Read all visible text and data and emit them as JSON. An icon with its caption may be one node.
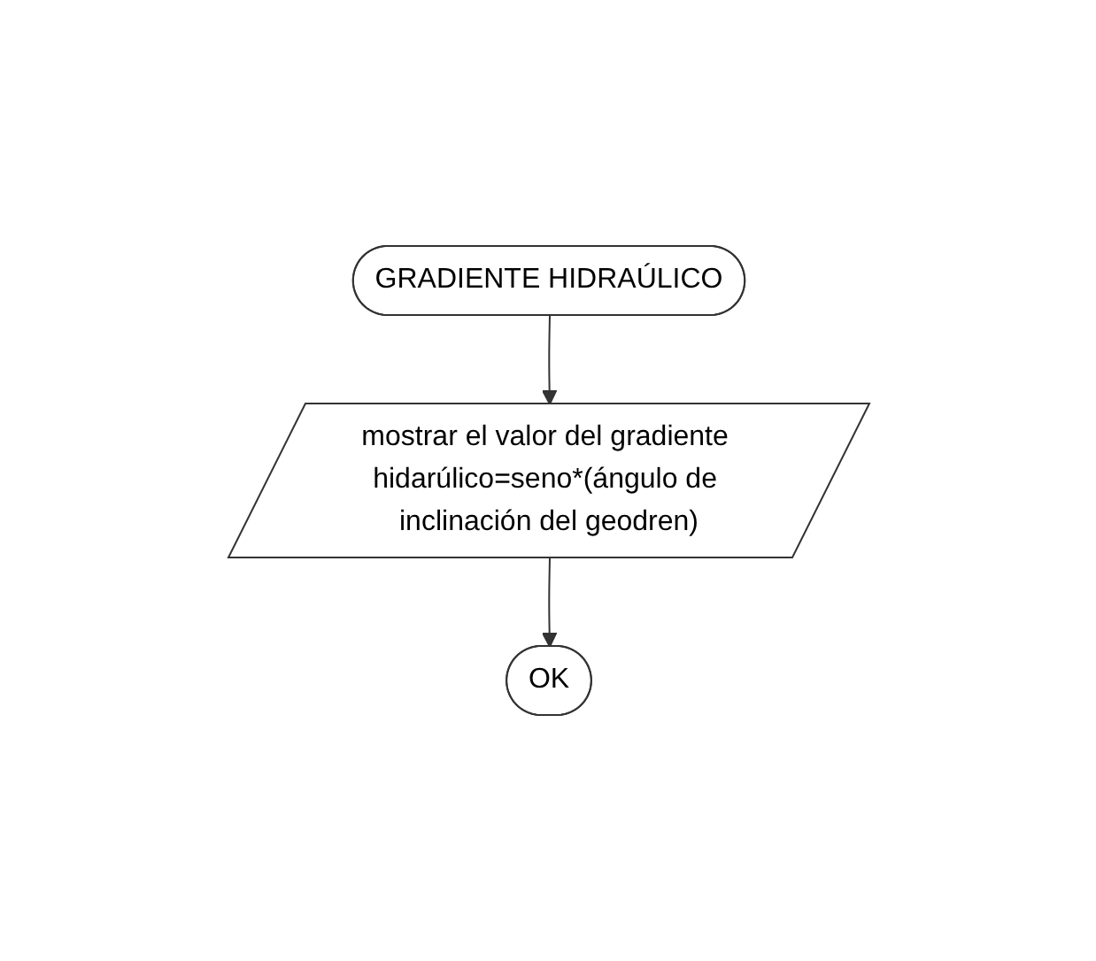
{
  "diagram": {
    "nodes": [
      {
        "text": [
          "GRADIENTE HIDRAÚLICO"
        ]
      },
      {
        "text": [
          "mostrar el valor del gradiente hidarúlico=seno*(ángulo de inclinación del geodren)"
        ]
      },
      {
        "text": [
          "OK"
        ]
      }
    ],
    "edges": [
      {
        "from": 0,
        "to": 1,
        "arrow": "to"
      },
      {
        "from": 1,
        "to": 2,
        "arrow": "to"
      }
    ]
  }
}
